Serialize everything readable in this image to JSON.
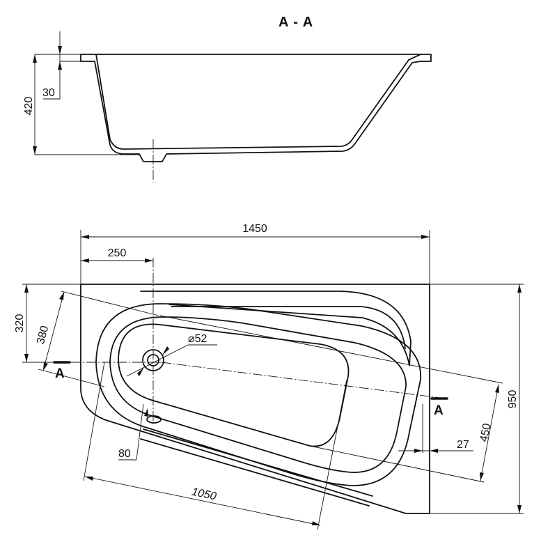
{
  "section": {
    "title": "A - A",
    "dim_height": "420",
    "dim_rim": "30"
  },
  "plan": {
    "dim_length": "1450",
    "dim_drain_offset": "250",
    "dim_drain_side": "320",
    "dim_diagonal_380": "380",
    "dim_drain_diameter": "⌀52",
    "dim_width": "950",
    "dim_450": "450",
    "dim_27": "27",
    "dim_80": "80",
    "dim_1050": "1050",
    "section_mark_left": "A",
    "section_mark_right": "A"
  }
}
